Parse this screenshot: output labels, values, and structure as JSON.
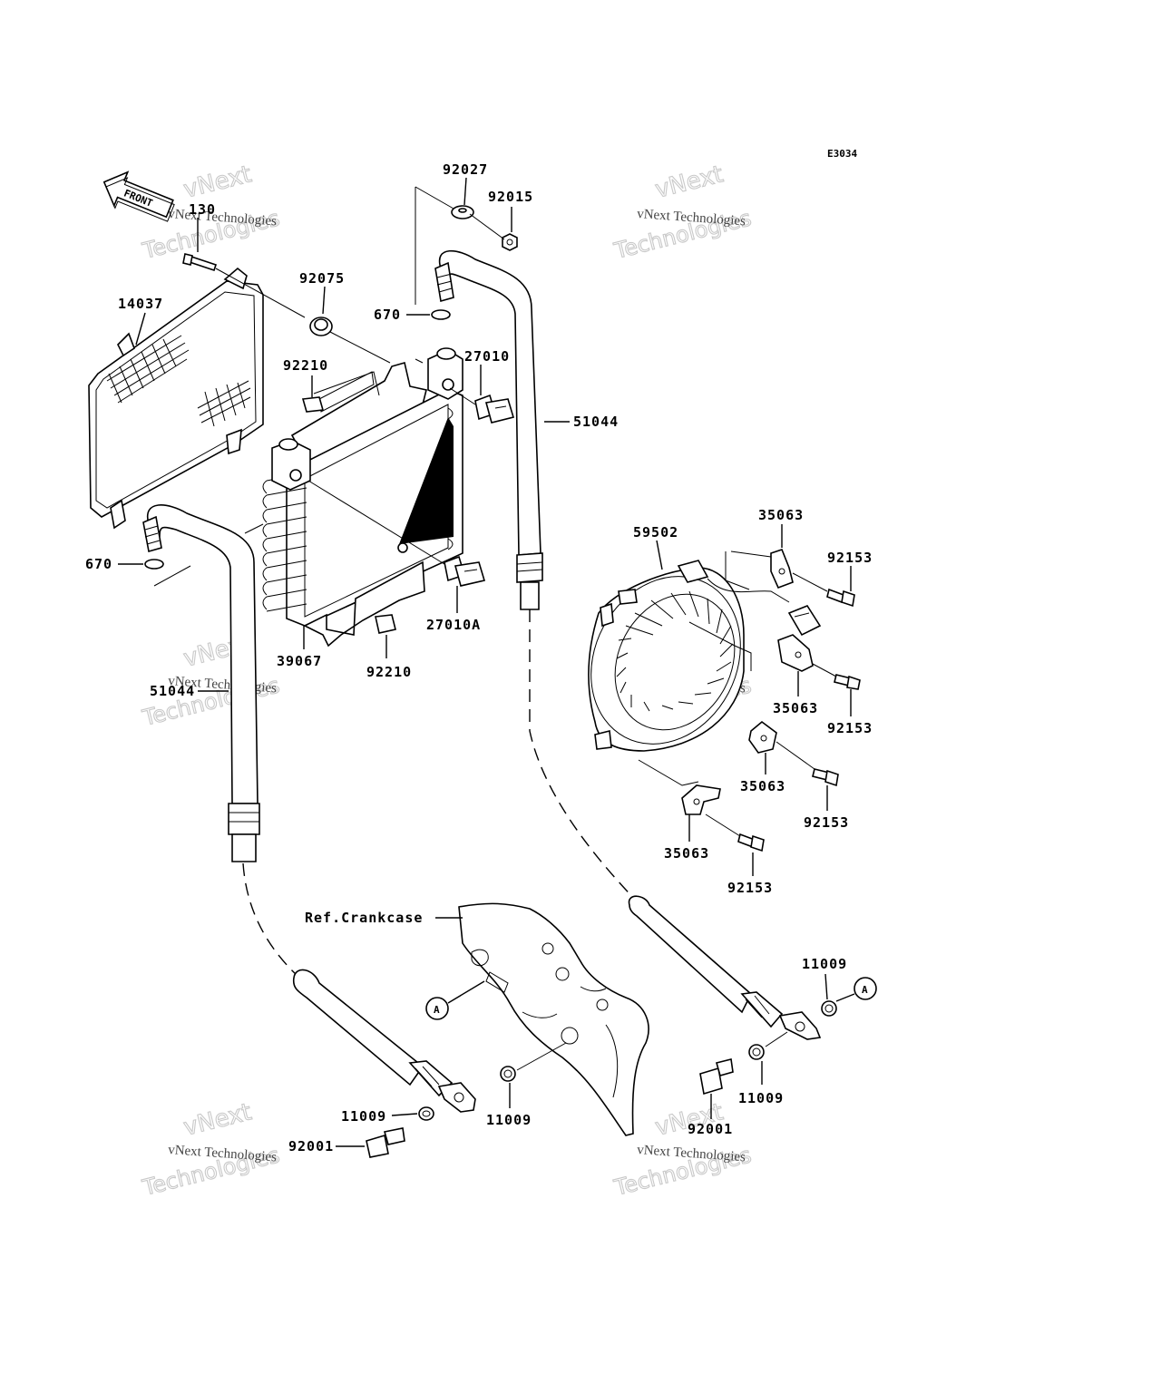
{
  "diagram_code": "E3034",
  "front_label": "FRONT",
  "watermark": {
    "line1": "vNext Technologies",
    "line2": "vNext",
    "line3": "Technologies"
  },
  "labels": {
    "p92027": "92027",
    "p92015": "92015",
    "p130": "130",
    "p92075": "92075",
    "p14037": "14037",
    "p670_top": "670",
    "p27010": "27010",
    "p92210_top": "92210",
    "p51044_right": "51044",
    "p670_left": "670",
    "p27010A": "27010A",
    "p39067": "39067",
    "p92210_bot": "92210",
    "p51044_left": "51044",
    "p59502": "59502",
    "p35063_a": "35063",
    "p92153_a": "92153",
    "p35063_b": "35063",
    "p92153_b": "92153",
    "p35063_c": "35063",
    "p92153_c": "92153",
    "p35063_d": "35063",
    "p92153_d": "92153",
    "ref_crankcase": "Ref.Crankcase",
    "refA_left": "A",
    "refA_right": "A",
    "p11009_a": "11009",
    "p11009_b": "11009",
    "p11009_c": "11009",
    "p11009_d": "11009",
    "p92001_left": "92001",
    "p92001_right": "92001"
  }
}
